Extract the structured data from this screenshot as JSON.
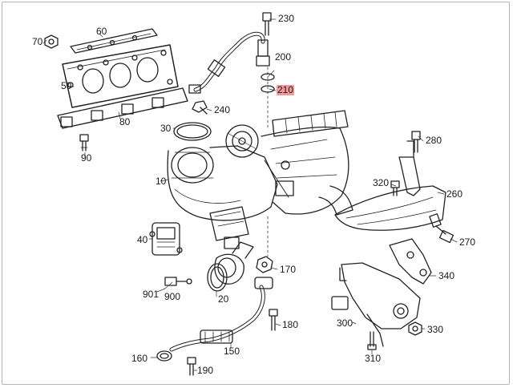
{
  "diagram": {
    "highlight_color": "#f29a9a",
    "callouts": {
      "c10": "10",
      "c20": "20",
      "c30": "30",
      "c40": "40",
      "c50": "50",
      "c60": "60",
      "c70": "70",
      "c80": "80",
      "c90": "90",
      "c150": "150",
      "c160": "160",
      "c170": "170",
      "c180": "180",
      "c190": "190",
      "c200": "200",
      "c210": "210",
      "c230": "230",
      "c240": "240",
      "c260": "260",
      "c270": "270",
      "c280": "280",
      "c300": "300",
      "c310": "310",
      "c320": "320",
      "c330": "330",
      "c340": "340",
      "c900": "900",
      "c901": "901"
    }
  }
}
